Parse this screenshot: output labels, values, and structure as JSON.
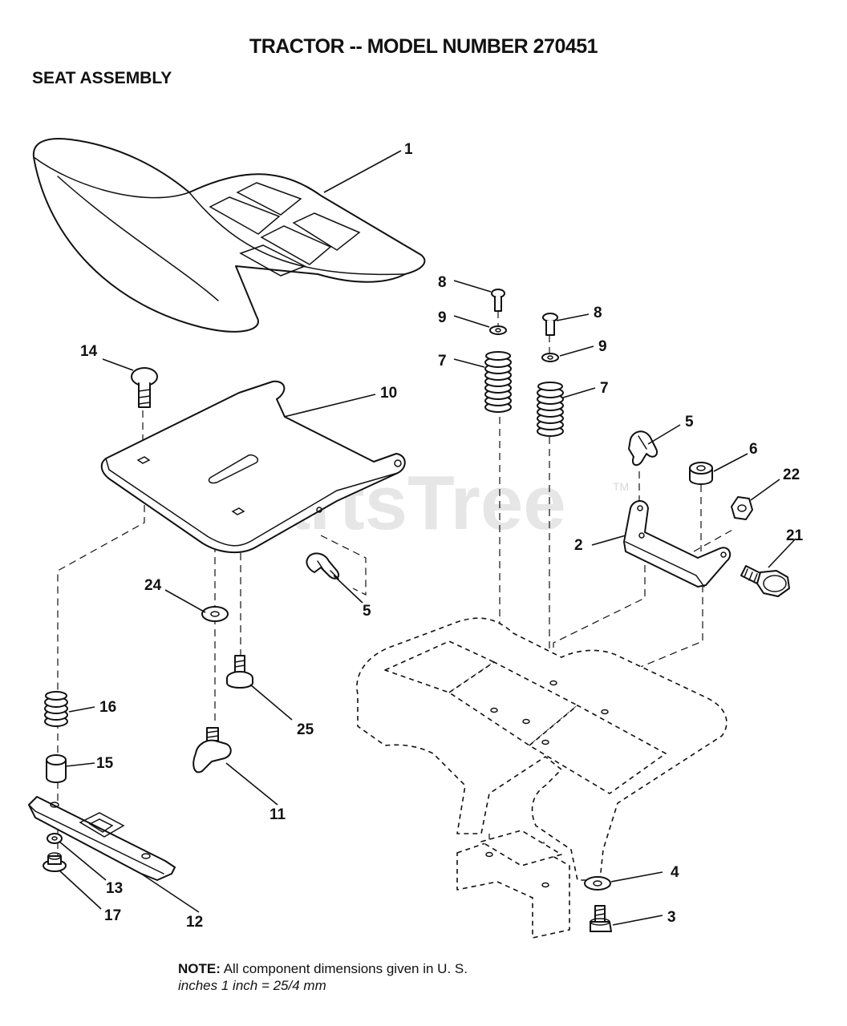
{
  "header": {
    "title": "TRACTOR -- MODEL NUMBER 270451",
    "subtitle": "SEAT ASSEMBLY"
  },
  "watermark": {
    "text": "PartsTree",
    "tm": "TM"
  },
  "callouts": {
    "c1": "1",
    "c2": "2",
    "c3": "3",
    "c4": "4",
    "c5a": "5",
    "c5b": "5",
    "c6": "6",
    "c7a": "7",
    "c7b": "7",
    "c8a": "8",
    "c8b": "8",
    "c9a": "9",
    "c9b": "9",
    "c10": "10",
    "c11": "11",
    "c12": "12",
    "c13": "13",
    "c14": "14",
    "c15": "15",
    "c16": "16",
    "c17": "17",
    "c21": "21",
    "c22": "22",
    "c24": "24",
    "c25": "25"
  },
  "note": {
    "label": "NOTE:",
    "line1": "All component dimensions given in U. S.",
    "line2": "inches 1 inch = 25/4 mm"
  }
}
